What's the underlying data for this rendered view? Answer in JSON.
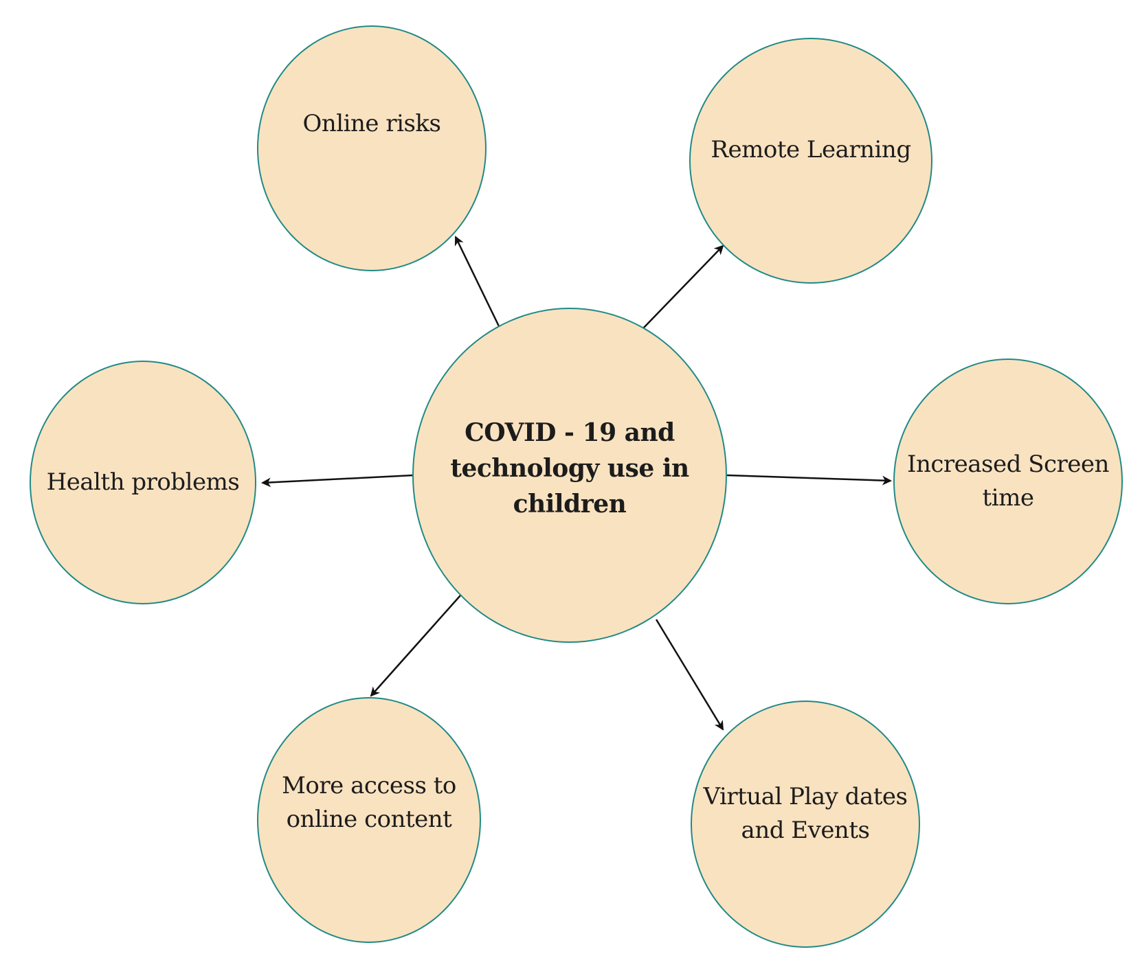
{
  "center": {
    "label": "COVID - 19 and technology use in children"
  },
  "nodes": {
    "online_risks": "Online risks",
    "remote_learning": "Remote Learning",
    "health_problems": "Health problems",
    "increased_screen_time": "Increased Screen time",
    "more_access": "More access to online content",
    "virtual_play": "Virtual Play dates and Events"
  },
  "colors": {
    "node_fill": "#f9e2c0",
    "node_border": "#1f8a86",
    "arrow": "#111111"
  }
}
